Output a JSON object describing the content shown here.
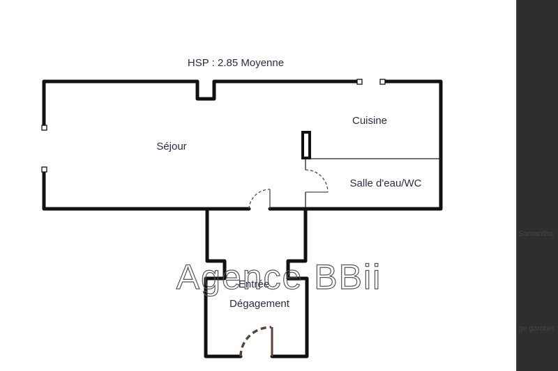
{
  "plan": {
    "ceiling_height_label": "HSP : 2.85 Moyenne",
    "rooms": {
      "sejour": "Séjour",
      "cuisine": "Cuisine",
      "salle_eau": "Salle d'eau/WC",
      "entree": "Entrée",
      "degagement": "Dégagement"
    },
    "watermark": "Agence BBii",
    "colors": {
      "wall": "#111111",
      "door": "#5a4438",
      "label": "#2e2a45"
    }
  },
  "side_panel": {
    "name_fragment": "Samantha",
    "footer_fragment": "ge gambet"
  }
}
